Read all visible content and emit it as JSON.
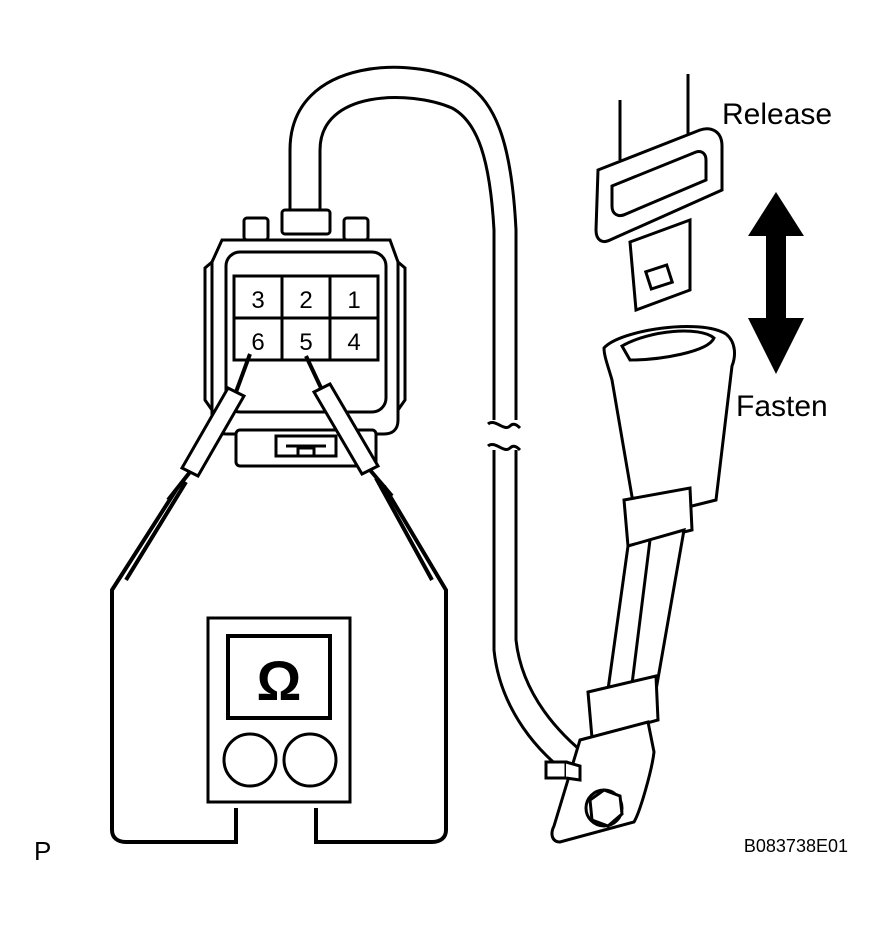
{
  "labels": {
    "release": "Release",
    "fasten": "Fasten",
    "corner_mark": "P",
    "figure_code": "B083738E01"
  },
  "connector": {
    "pins": [
      "3",
      "2",
      "1",
      "6",
      "5",
      "4"
    ]
  },
  "meter": {
    "unit_symbol": "Ω"
  },
  "icons": {
    "direction": "double-arrow-up-down-icon",
    "ohmmeter": "ohmmeter-icon"
  }
}
